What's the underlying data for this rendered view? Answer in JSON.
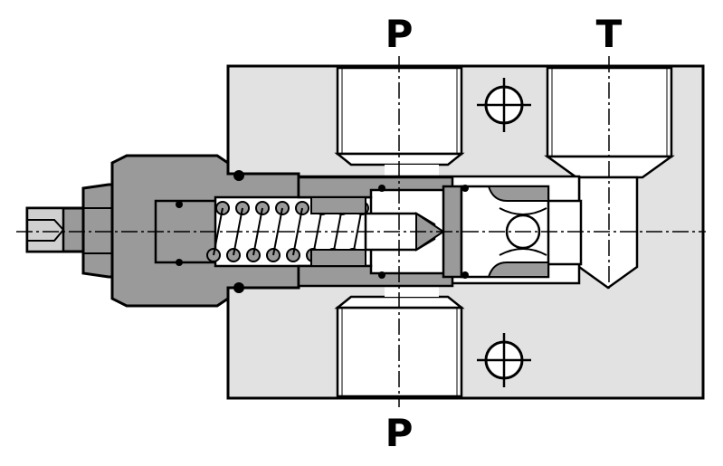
{
  "ports": {
    "p_top": "P",
    "t_top": "T",
    "p_bottom": "P"
  },
  "colors": {
    "body": "#e2e2e2",
    "cartridge": "#9a9a9a",
    "outline": "#000000",
    "background": "#ffffff"
  }
}
